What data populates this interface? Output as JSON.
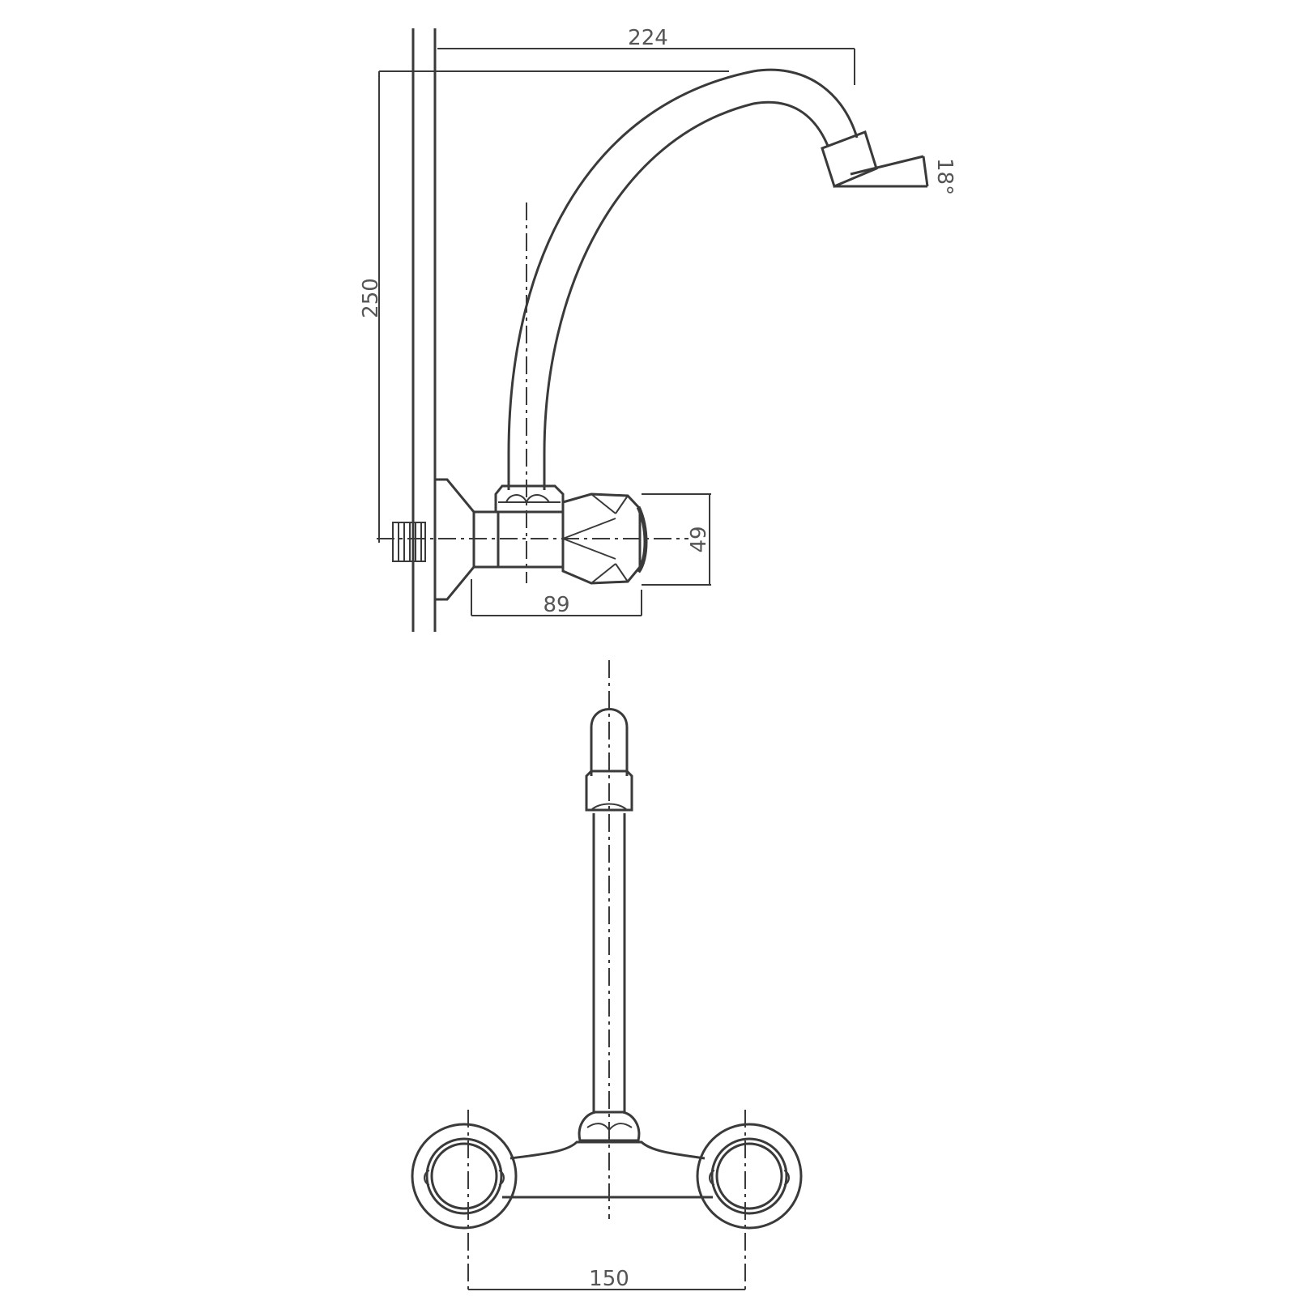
{
  "drawing": {
    "title": "Wall-mounted two-handle kitchen faucet with swivel spout",
    "views": [
      "side-view",
      "front-view"
    ],
    "line_color": "#3a3a3a",
    "label_color": "#555555",
    "background": "#ffffff"
  },
  "dimensions": {
    "spout_reach": "224",
    "spout_height": "250",
    "aerator_angle": "18°",
    "handle_height": "49",
    "body_depth": "89",
    "center_distance": "150"
  }
}
